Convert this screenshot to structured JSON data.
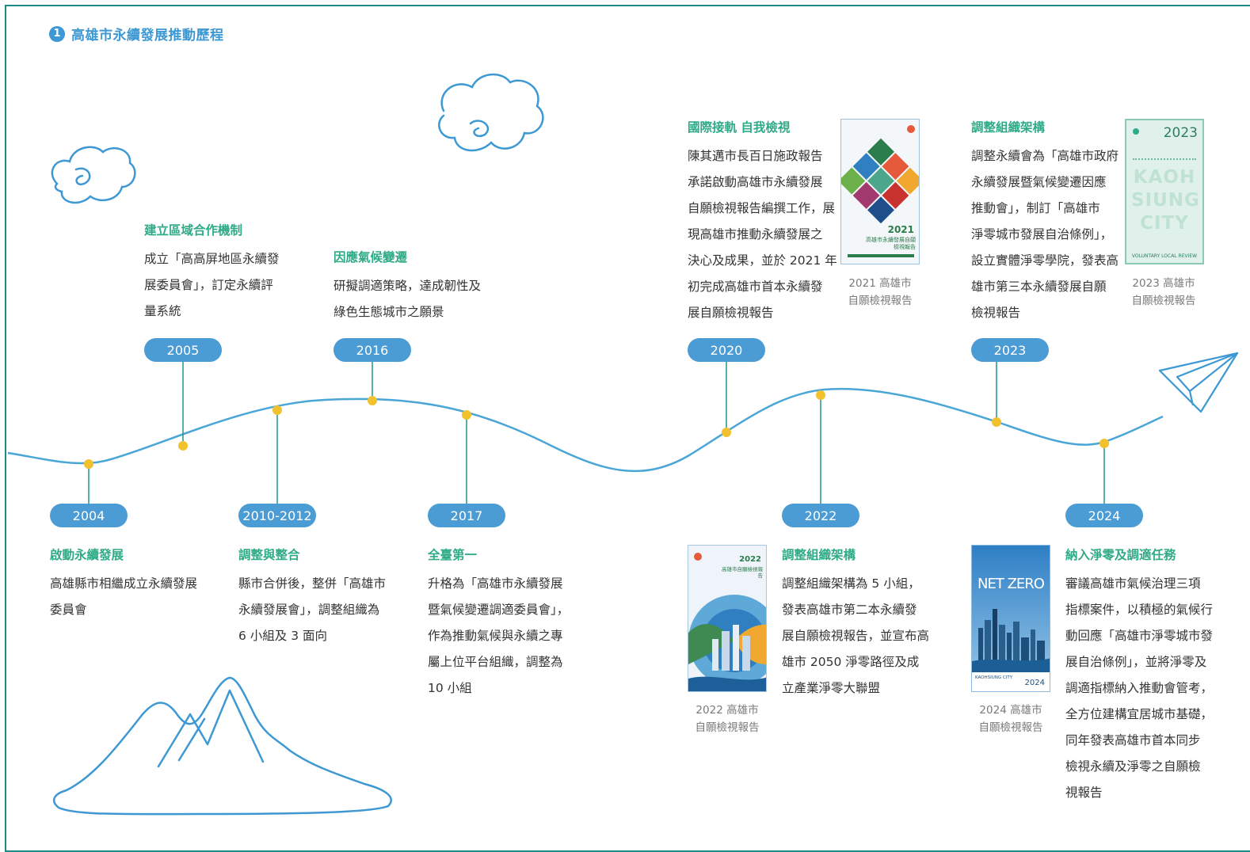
{
  "header": {
    "number": "1",
    "title": "高雄市永續發展推動歷程"
  },
  "colors": {
    "frame": "#1c8a86",
    "accent_blue": "#3d98d3",
    "pill": "#4b9bd4",
    "title_green": "#2eab86",
    "dot": "#f2c12e",
    "line": "#49a6d6",
    "connector": "#2e9a92"
  },
  "events": [
    {
      "year": "2004",
      "title": "啟動永續發展",
      "body": "高雄縣市相繼成立永續發展\n委員會"
    },
    {
      "year": "2005",
      "title": "建立區域合作機制",
      "body": "成立「高高屏地區永續發\n展委員會」，訂定永續評\n量系統"
    },
    {
      "year": "2010-2012",
      "title": "調整與整合",
      "body": "縣市合併後，整併「高雄市\n永續發展會」，調整組織為\n6 小組及 3 面向"
    },
    {
      "year": "2016",
      "title": "因應氣候變遷",
      "body": "研擬調適策略，達成韌性及\n綠色生態城市之願景"
    },
    {
      "year": "2017",
      "title": "全臺第一",
      "body": "升格為「高雄市永續發展\n暨氣候變遷調適委員會」，\n作為推動氣候與永續之專\n屬上位平台組織，調整為\n10 小組"
    },
    {
      "year": "2020",
      "title": "國際接軌 自我檢視",
      "body": "陳其邁市長百日施政報告\n承諾啟動高雄市永續發展\n自願檢視報告編撰工作，展\n現高雄市推動永續發展之\n決心及成果，並於 2021 年\n初完成高雄市首本永續發\n展自願檢視報告"
    },
    {
      "year": "2022",
      "title": "調整組織架構",
      "body": "調整組織架構為 5 小組，\n發表高雄市第二本永續發\n展自願檢視報告，並宣布高\n雄市 2050 淨零路徑及成\n立產業淨零大聯盟"
    },
    {
      "year": "2023",
      "title": "調整組織架構",
      "body": "調整永續會為「高雄市政府\n永續發展暨氣候變遷因應\n推動會」，制訂「高雄市\n淨零城市發展自治條例」，\n設立實體淨零學院，發表高\n雄市第三本永續發展自願\n檢視報告"
    },
    {
      "year": "2024",
      "title": "納入淨零及調適任務",
      "body": "審議高雄市氣候治理三項\n指標案件，以積極的氣候行\n動回應「高雄市淨零城市發\n展自治條例」，並將淨零及\n調適指標納入推動會管考，\n全方位建構宜居城市基礎，\n同年發表高雄市首本同步\n檢視永續及淨零之自願檢\n視報告"
    }
  ],
  "reports": [
    {
      "caption": "2021 高雄市\n自願檢視報告",
      "cover_year": "2021",
      "cover_title": "高雄市永續發展自願檢視報告"
    },
    {
      "caption": "2023 高雄市\n自願檢視報告",
      "cover_year": "2023",
      "cover_lines": [
        "KAOH",
        "SIUNG",
        "CITY"
      ],
      "cover_sub": "VOLUNTARY LOCAL REVIEW"
    },
    {
      "caption": "2022 高雄市\n自願檢視報告",
      "cover_year": "2022",
      "cover_title": "高雄市自願檢視報告"
    },
    {
      "caption": "2024 高雄市\n自願檢視報告",
      "cover_title": "NET ZERO",
      "cover_year": "2024",
      "cover_sub": "KAOHSIUNG CITY"
    }
  ]
}
